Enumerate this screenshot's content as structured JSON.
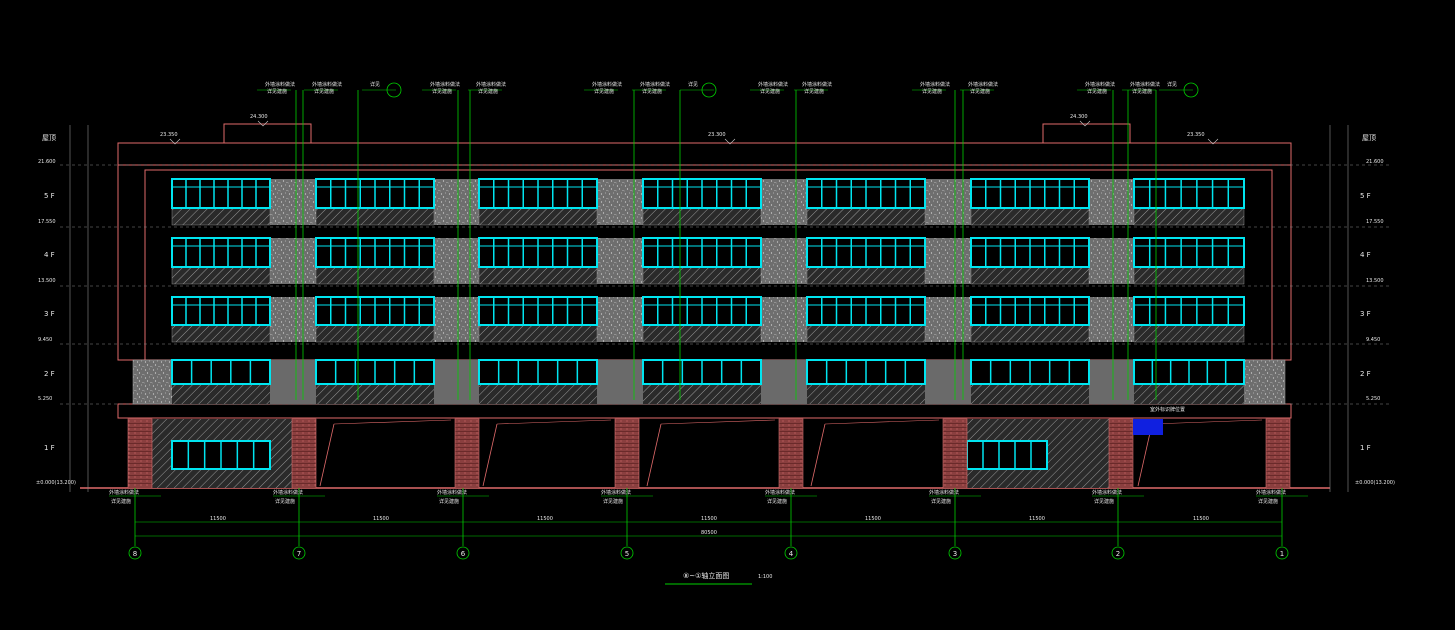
{
  "colors": {
    "background": "#000000",
    "outline": "#e06a6a",
    "window": "#00e5f0",
    "gridline": "#00d000",
    "panel": "#7a7a7a",
    "hatch": "#9a9a9a",
    "column": "#c05050",
    "highlight": "#1020e0",
    "text": "#e8e8e8"
  },
  "floors": [
    {
      "label": "屋顶",
      "elev": "21.600"
    },
    {
      "label": "5 F",
      "elev": "17.550"
    },
    {
      "label": "4 F",
      "elev": "13.500"
    },
    {
      "label": "3 F",
      "elev": "9.450"
    },
    {
      "label": "2 F",
      "elev": "5.250"
    },
    {
      "label": "1 F",
      "elev": "±0.000(13.200)"
    }
  ],
  "parapet_levels": [
    "24.300",
    "23.350",
    "23.300",
    "24.300",
    "23.350"
  ],
  "grid_axes": [
    "8",
    "7",
    "6",
    "5",
    "4",
    "3",
    "2",
    "1"
  ],
  "dimensions": {
    "bays": [
      "11500",
      "11500",
      "11500",
      "11500",
      "11500",
      "11500",
      "11500"
    ],
    "total": "80500"
  },
  "annotations": {
    "material": "外墙涂料做法",
    "material_sub": "详见建施",
    "detail": "详见",
    "sign": "室外标识牌位置"
  },
  "drawing_title": "⑧~①轴立面图",
  "scale": "1:100"
}
